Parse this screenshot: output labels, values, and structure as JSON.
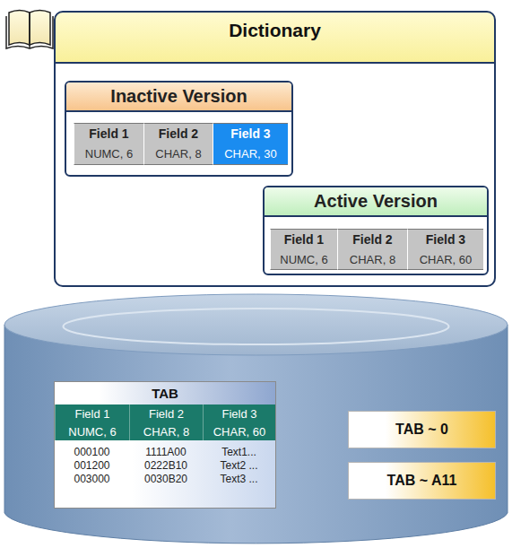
{
  "diagram": {
    "nodes": [
      {
        "text": [
          "Dictionary"
        ]
      },
      {
        "text": [
          "Inactive Version"
        ],
        "in": 0
      },
      {
        "text": [
          "Active Version"
        ],
        "in": 0
      },
      {
        "text": [
          "TAB"
        ]
      },
      {
        "text": [
          "TAB ~ 0"
        ]
      },
      {
        "text": [
          "TAB ~ A11"
        ]
      }
    ],
    "labels": [
      "Field 1",
      "NUMC, 6",
      "Field 2",
      "CHAR, 8",
      "Field 3",
      "CHAR, 30",
      "Field 1",
      "NUMC, 6",
      "Field 2",
      "CHAR, 8",
      "Field 3",
      "CHAR, 60",
      "Field 1",
      "NUMC, 6",
      "Field 2",
      "CHAR, 8",
      "Field 3",
      "CHAR, 60",
      "000100",
      "001200",
      "003000",
      "1111A00",
      "0222B10",
      "0030B20",
      "Text1...",
      "Text2 ...",
      "Text3 ..."
    ]
  }
}
